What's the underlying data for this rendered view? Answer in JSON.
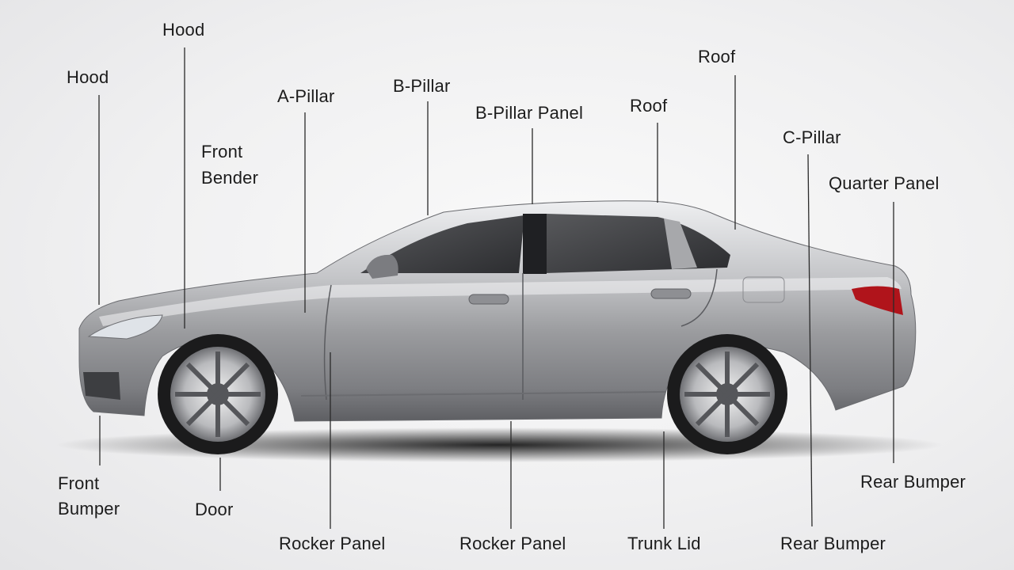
{
  "labels": {
    "hood_top": "Hood",
    "hood_left": "Hood",
    "a_pillar": "A-Pillar",
    "b_pillar": "B-Pillar",
    "b_pillar_panel": "B-Pillar Panel",
    "roof_mid": "Roof",
    "roof_top": "Roof",
    "c_pillar": "C-Pillar",
    "quarter_panel": "Quarter Panel",
    "front_bender_top_1": "Front",
    "front_bender_top_2": "Bender",
    "front_bumper_1": "Front",
    "front_bumper_2": "Bumper",
    "door": "Door",
    "rocker_panel_1": "Rocker Panel",
    "rocker_panel_2": "Rocker Panel",
    "trunk_lid": "Trunk Lid",
    "rear_bumper_bottom": "Rear Bumper",
    "rear_bumper_right": "Rear Bumper"
  },
  "colors": {
    "body": "#a9aaad",
    "body_highlight": "#e4e5e7",
    "glass": "#3c3d40",
    "taillight": "#b0141b",
    "tire": "#1b1b1c",
    "line": "#2a2a2a"
  }
}
